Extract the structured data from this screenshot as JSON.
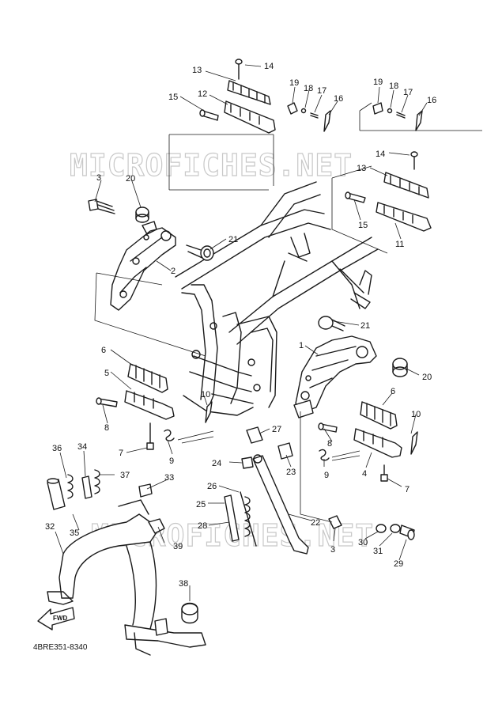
{
  "diagram": {
    "watermark_text": "MICROFICHES.NET",
    "catalog_code": "4BRE351-8340",
    "fwd_label": "FWD",
    "callouts": [
      {
        "id": "c1",
        "label": "1"
      },
      {
        "id": "c2",
        "label": "2"
      },
      {
        "id": "c3a",
        "label": "3"
      },
      {
        "id": "c3b",
        "label": "3"
      },
      {
        "id": "c4",
        "label": "4"
      },
      {
        "id": "c5",
        "label": "5"
      },
      {
        "id": "c6a",
        "label": "6"
      },
      {
        "id": "c6b",
        "label": "6"
      },
      {
        "id": "c7a",
        "label": "7"
      },
      {
        "id": "c7b",
        "label": "7"
      },
      {
        "id": "c8a",
        "label": "8"
      },
      {
        "id": "c8b",
        "label": "8"
      },
      {
        "id": "c9a",
        "label": "9"
      },
      {
        "id": "c9b",
        "label": "9"
      },
      {
        "id": "c10a",
        "label": "10"
      },
      {
        "id": "c10b",
        "label": "10"
      },
      {
        "id": "c11",
        "label": "11"
      },
      {
        "id": "c12",
        "label": "12"
      },
      {
        "id": "c13a",
        "label": "13"
      },
      {
        "id": "c13b",
        "label": "13"
      },
      {
        "id": "c14a",
        "label": "14"
      },
      {
        "id": "c14b",
        "label": "14"
      },
      {
        "id": "c15a",
        "label": "15"
      },
      {
        "id": "c15b",
        "label": "15"
      },
      {
        "id": "c16a",
        "label": "16"
      },
      {
        "id": "c16b",
        "label": "16"
      },
      {
        "id": "c17a",
        "label": "17"
      },
      {
        "id": "c17b",
        "label": "17"
      },
      {
        "id": "c18a",
        "label": "18"
      },
      {
        "id": "c18b",
        "label": "18"
      },
      {
        "id": "c19a",
        "label": "19"
      },
      {
        "id": "c19b",
        "label": "19"
      },
      {
        "id": "c20a",
        "label": "20"
      },
      {
        "id": "c20b",
        "label": "20"
      },
      {
        "id": "c21a",
        "label": "21"
      },
      {
        "id": "c21b",
        "label": "21"
      },
      {
        "id": "c22",
        "label": "22"
      },
      {
        "id": "c23",
        "label": "23"
      },
      {
        "id": "c24",
        "label": "24"
      },
      {
        "id": "c25",
        "label": "25"
      },
      {
        "id": "c26",
        "label": "26"
      },
      {
        "id": "c27",
        "label": "27"
      },
      {
        "id": "c28",
        "label": "28"
      },
      {
        "id": "c29",
        "label": "29"
      },
      {
        "id": "c30",
        "label": "30"
      },
      {
        "id": "c31",
        "label": "31"
      },
      {
        "id": "c32",
        "label": "32"
      },
      {
        "id": "c33",
        "label": "33"
      },
      {
        "id": "c34",
        "label": "34"
      },
      {
        "id": "c35",
        "label": "35"
      },
      {
        "id": "c36",
        "label": "36"
      },
      {
        "id": "c37",
        "label": "37"
      },
      {
        "id": "c38",
        "label": "38"
      },
      {
        "id": "c39",
        "label": "39"
      }
    ]
  }
}
